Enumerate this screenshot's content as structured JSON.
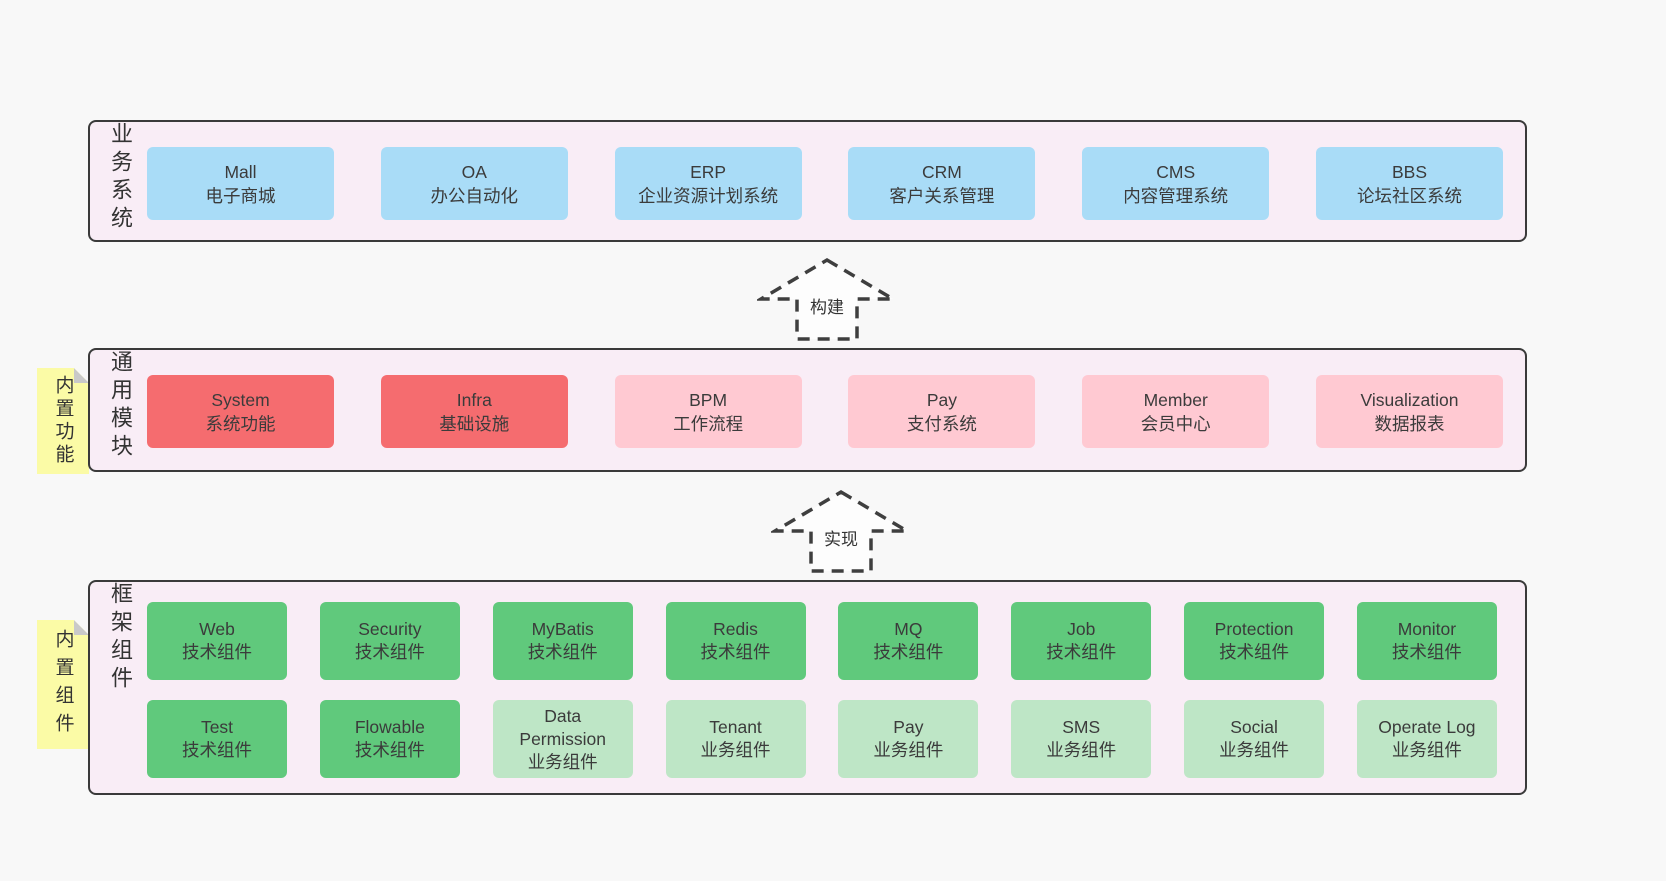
{
  "colors": {
    "page_bg": "#f8f8f8",
    "band_bg": "#f9edf6",
    "band_border": "#3a3a3a",
    "blue_box": "#a9dcf7",
    "red_box": "#f56c6f",
    "pink_box": "#ffc9d2",
    "green_box": "#60c97c",
    "light_green_box": "#bee6c6",
    "sticky_yellow": "#fbfba6",
    "text": "#3b3b3b"
  },
  "arrows": [
    {
      "label": "构建"
    },
    {
      "label": "实现"
    }
  ],
  "bands": [
    {
      "label": "业务系统",
      "boxes": [
        {
          "title": "Mall",
          "subtitle": "电子商城",
          "variant": "blue"
        },
        {
          "title": "OA",
          "subtitle": "办公自动化",
          "variant": "blue"
        },
        {
          "title": "ERP",
          "subtitle": "企业资源计划系统",
          "variant": "blue"
        },
        {
          "title": "CRM",
          "subtitle": "客户关系管理",
          "variant": "blue"
        },
        {
          "title": "CMS",
          "subtitle": "内容管理系统",
          "variant": "blue"
        },
        {
          "title": "BBS",
          "subtitle": "论坛社区系统",
          "variant": "blue"
        }
      ]
    },
    {
      "label": "通用模块",
      "sticky": "内置功能",
      "boxes": [
        {
          "title": "System",
          "subtitle": "系统功能",
          "variant": "red"
        },
        {
          "title": "Infra",
          "subtitle": "基础设施",
          "variant": "red"
        },
        {
          "title": "BPM",
          "subtitle": "工作流程",
          "variant": "pink"
        },
        {
          "title": "Pay",
          "subtitle": "支付系统",
          "variant": "pink"
        },
        {
          "title": "Member",
          "subtitle": "会员中心",
          "variant": "pink"
        },
        {
          "title": "Visualization",
          "subtitle": "数据报表",
          "variant": "pink"
        }
      ]
    },
    {
      "label": "框架组件",
      "sticky": "内置组件",
      "rows": [
        [
          {
            "title": "Web",
            "subtitle": "技术组件",
            "variant": "green"
          },
          {
            "title": "Security",
            "subtitle": "技术组件",
            "variant": "green"
          },
          {
            "title": "MyBatis",
            "subtitle": "技术组件",
            "variant": "green"
          },
          {
            "title": "Redis",
            "subtitle": "技术组件",
            "variant": "green"
          },
          {
            "title": "MQ",
            "subtitle": "技术组件",
            "variant": "green"
          },
          {
            "title": "Job",
            "subtitle": "技术组件",
            "variant": "green"
          },
          {
            "title": "Protection",
            "subtitle": "技术组件",
            "variant": "green"
          },
          {
            "title": "Monitor",
            "subtitle": "技术组件",
            "variant": "green"
          }
        ],
        [
          {
            "title": "Test",
            "subtitle": "技术组件",
            "variant": "green"
          },
          {
            "title": "Flowable",
            "subtitle": "技术组件",
            "variant": "green"
          },
          {
            "title": "Data Permission",
            "subtitle": "业务组件",
            "variant": "lightgreen"
          },
          {
            "title": "Tenant",
            "subtitle": "业务组件",
            "variant": "lightgreen"
          },
          {
            "title": "Pay",
            "subtitle": "业务组件",
            "variant": "lightgreen"
          },
          {
            "title": "SMS",
            "subtitle": "业务组件",
            "variant": "lightgreen"
          },
          {
            "title": "Social",
            "subtitle": "业务组件",
            "variant": "lightgreen"
          },
          {
            "title": "Operate Log",
            "subtitle": "业务组件",
            "variant": "lightgreen"
          }
        ]
      ]
    }
  ]
}
